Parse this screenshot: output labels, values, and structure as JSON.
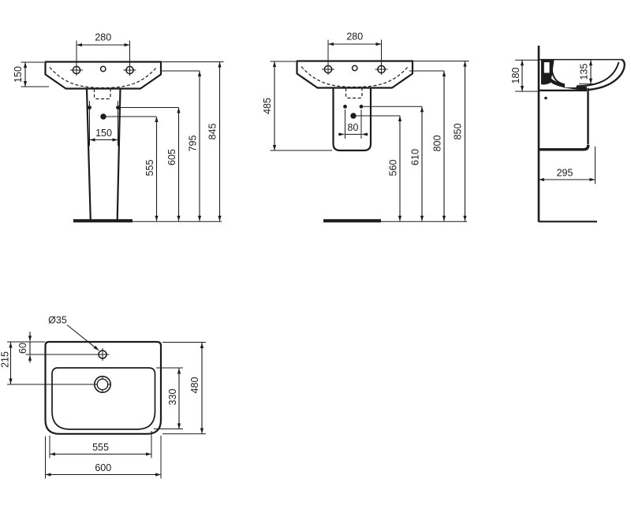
{
  "page": {
    "background": "#ffffff",
    "line_color": "#1c1c1c",
    "description": "Technical dimension drawing of a 600 mm washbasin: front view on full pedestal, front view on semi-pedestal, side section view and plan view"
  },
  "views": {
    "front_pedestal": {
      "name": "Front view — washbasin on full pedestal",
      "dims": {
        "tap_spacing": "280",
        "basin_height": "150",
        "fixing_width": "150",
        "h_trap": "555",
        "h_fixing": "605",
        "h_front_rim": "795",
        "h_total": "845"
      }
    },
    "front_semi_pedestal": {
      "name": "Front view — washbasin on semi-pedestal",
      "dims": {
        "tap_spacing": "280",
        "basin_semiped_height": "485",
        "fixing_width": "80",
        "h_trap": "560",
        "h_fixing": "610",
        "h_front_rim": "800",
        "h_total": "850"
      }
    },
    "side": {
      "name": "Side section view",
      "dims": {
        "rim_to_underside": "180",
        "bowl_depth": "135",
        "depth_from_wall": "295"
      }
    },
    "plan": {
      "name": "Plan view",
      "dims": {
        "tap_hole_dia": "Ø35",
        "tap_offset": "60",
        "drain_offset": "215",
        "inner_depth": "330",
        "overall_depth": "480",
        "inner_width": "555",
        "overall_width": "600"
      }
    }
  }
}
